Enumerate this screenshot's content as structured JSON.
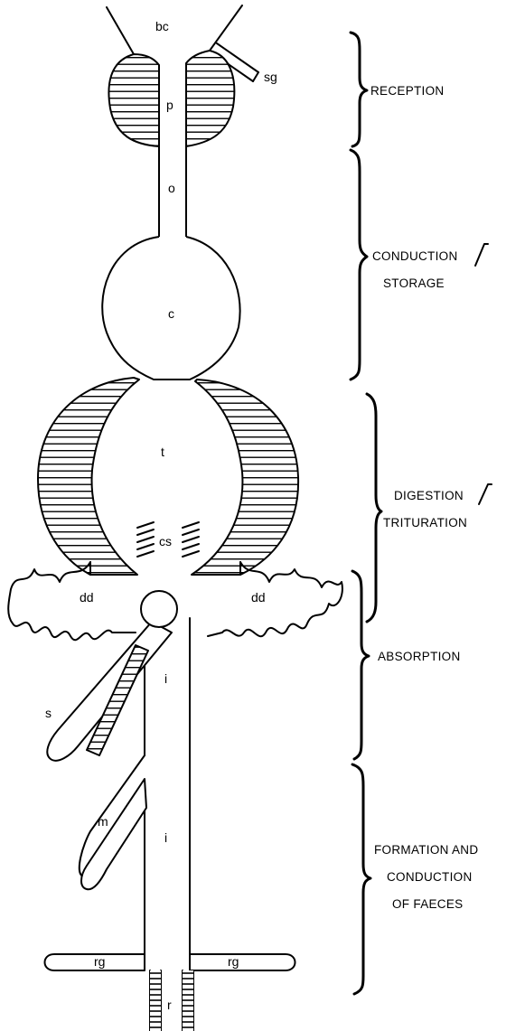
{
  "labels": {
    "bc": "bc",
    "sg": "sg",
    "p": "p",
    "o": "o",
    "c": "c",
    "t": "t",
    "cs": "cs",
    "dd_left": "dd",
    "dd_right": "dd",
    "i_upper": "i",
    "s": "s",
    "m": "m",
    "i_lower": "i",
    "rg_left": "rg",
    "rg_right": "rg",
    "r": "r"
  },
  "sections": {
    "reception": "RECEPTION",
    "conduction_storage_1": "CONDUCTION",
    "conduction_storage_2": "STORAGE",
    "digestion_trituration_1": "DIGESTION",
    "digestion_trituration_2": "TRITURATION",
    "absorption": "ABSORPTION",
    "formation_1": "FORMATION AND",
    "formation_2": "CONDUCTION",
    "formation_3": "OF FAECES"
  }
}
